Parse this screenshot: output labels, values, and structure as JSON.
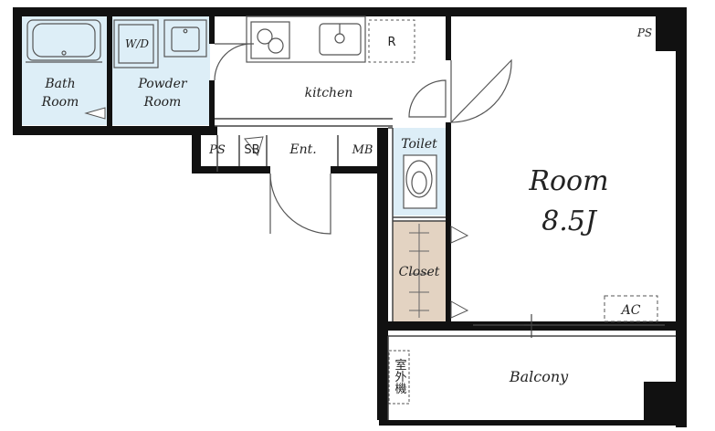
{
  "rooms": {
    "bath": [
      "Bath",
      "Room"
    ],
    "wd": "W/D",
    "powder": [
      "Powder",
      "Room"
    ],
    "fridge": "R",
    "kitchen": "kitchen",
    "ps_left": "PS",
    "sb": "SB",
    "entrance": "Ent.",
    "mb": "MB",
    "toilet": "Toilet",
    "main_room": "Room",
    "main_room_size": "8.5J",
    "ps_right": "PS",
    "closet": "Closet",
    "ac": "AC",
    "outdoor_unit": "室外機",
    "balcony": "Balcony"
  },
  "colors": {
    "wall": "#111111",
    "wet_area": "#ddeef7",
    "closet": "#e3d3c2",
    "line": "#444444"
  }
}
